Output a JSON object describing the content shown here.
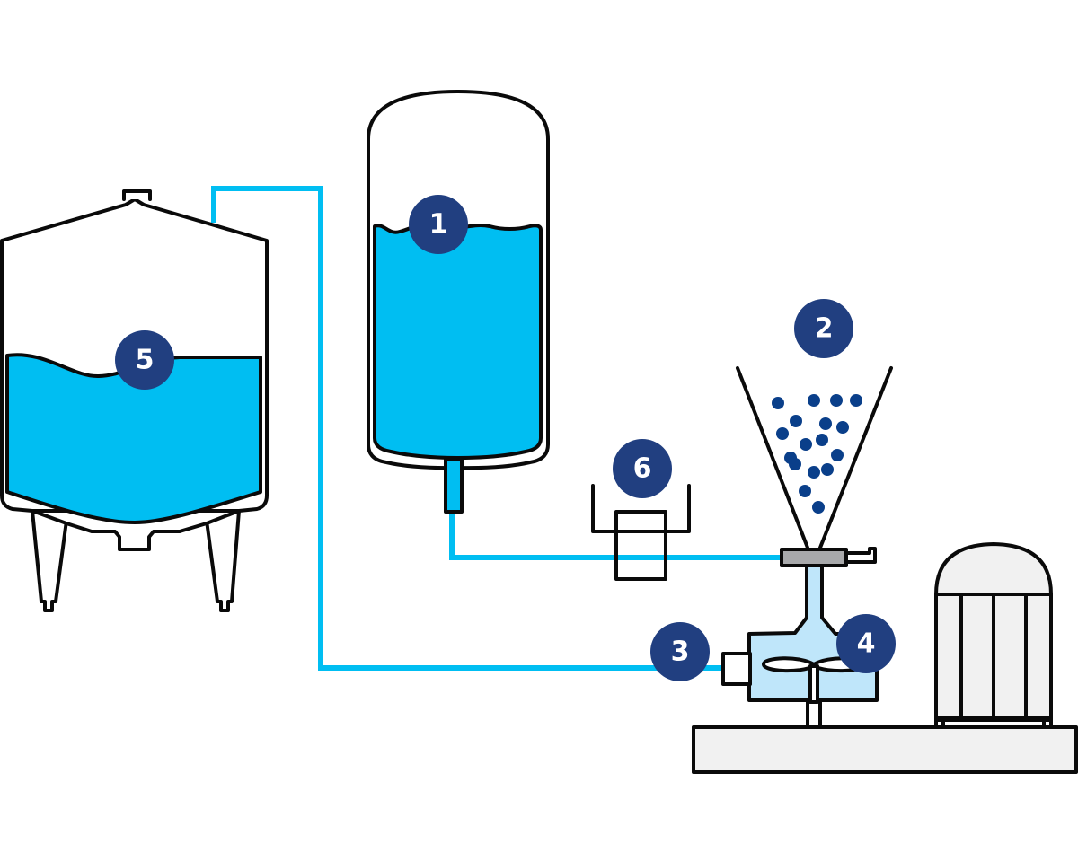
{
  "diagram": {
    "title": "",
    "colors": {
      "liquid": "#00bef2",
      "pipe": "#00bef2",
      "badge": "#213f80",
      "powder": "#0a3f8a",
      "mixer_fill": "#bfe6fa",
      "valve": "#a8a9ab",
      "motor_fill": "#f1f1f1",
      "outline": "#0a0a0a"
    },
    "badges": [
      {
        "id": "1",
        "label": "1",
        "component": "liquid-supply-tank"
      },
      {
        "id": "2",
        "label": "2",
        "component": "powder-hopper"
      },
      {
        "id": "3",
        "label": "3",
        "component": "mixer-inlet"
      },
      {
        "id": "4",
        "label": "4",
        "component": "mixing-chamber-rotor"
      },
      {
        "id": "5",
        "label": "5",
        "component": "product-vessel"
      },
      {
        "id": "6",
        "label": "6",
        "component": "in-line-flow-unit"
      }
    ],
    "components": [
      {
        "name": "product-vessel",
        "badge": "5"
      },
      {
        "name": "liquid-supply-tank",
        "badge": "1"
      },
      {
        "name": "powder-hopper",
        "badge": "2"
      },
      {
        "name": "powder-valve",
        "badge": null
      },
      {
        "name": "in-line-unit",
        "badge": "6"
      },
      {
        "name": "mixer-head",
        "badge": "4"
      },
      {
        "name": "mixer-inlet",
        "badge": "3"
      },
      {
        "name": "motor",
        "badge": null
      },
      {
        "name": "base-plate",
        "badge": null
      }
    ],
    "connections": [
      {
        "from": "liquid-supply-tank",
        "to": "powder-valve",
        "via": "in-line-unit"
      },
      {
        "from": "product-vessel",
        "to": "mixer-inlet"
      }
    ],
    "powder_particle_count": 17
  }
}
